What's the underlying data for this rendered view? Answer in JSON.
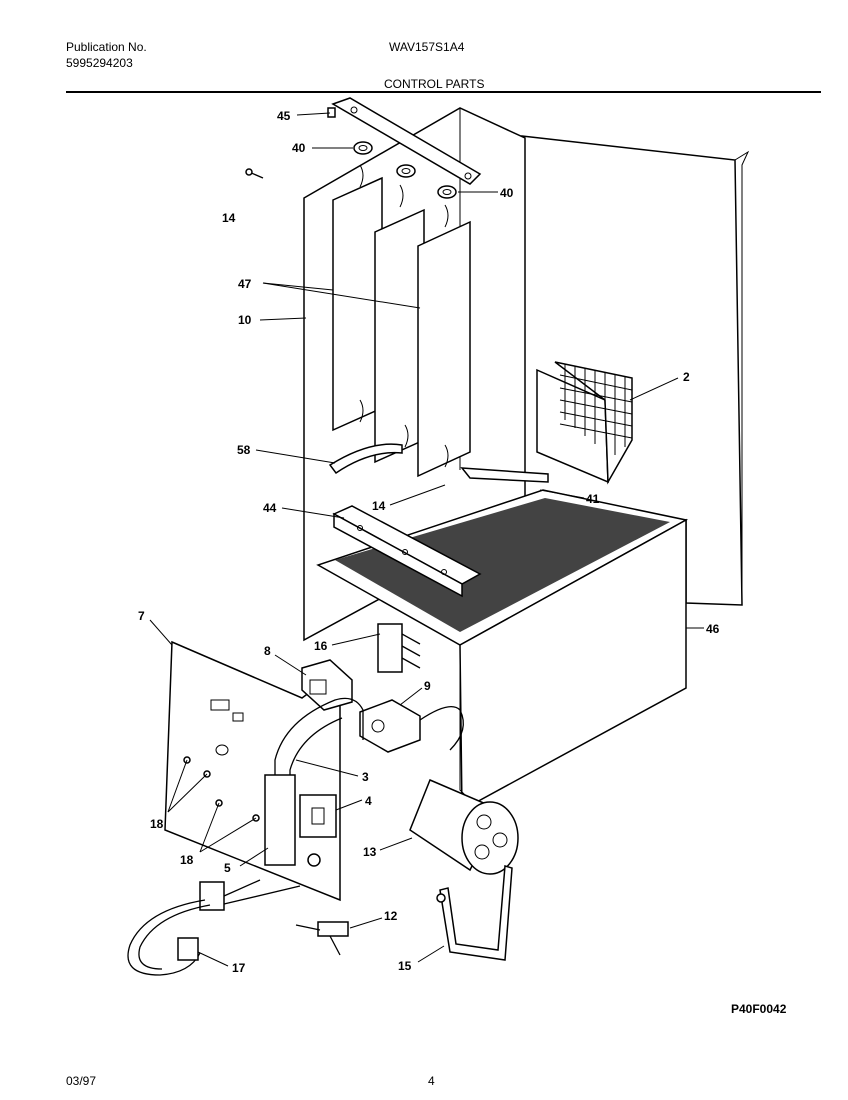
{
  "header": {
    "publication_label": "Publication No.",
    "publication_number": "5995294203",
    "model": "WAV157S1A4",
    "section_title": "CONTROL PARTS"
  },
  "diagram": {
    "figure_code": "P40F0042",
    "callouts": {
      "c45": "45",
      "c40a": "40",
      "c40b": "40",
      "c14a": "14",
      "c47": "47",
      "c10": "10",
      "c2": "2",
      "c58": "58",
      "c14b": "14",
      "c41": "41",
      "c44": "44",
      "c46": "46",
      "c7": "7",
      "c16": "16",
      "c8": "8",
      "c9": "9",
      "c3": "3",
      "c4": "4",
      "c18a": "18",
      "c18b": "18",
      "c5": "5",
      "c13": "13",
      "c12": "12",
      "c15": "15",
      "c17": "17"
    }
  },
  "footer": {
    "date": "03/97",
    "page_number": "4"
  }
}
